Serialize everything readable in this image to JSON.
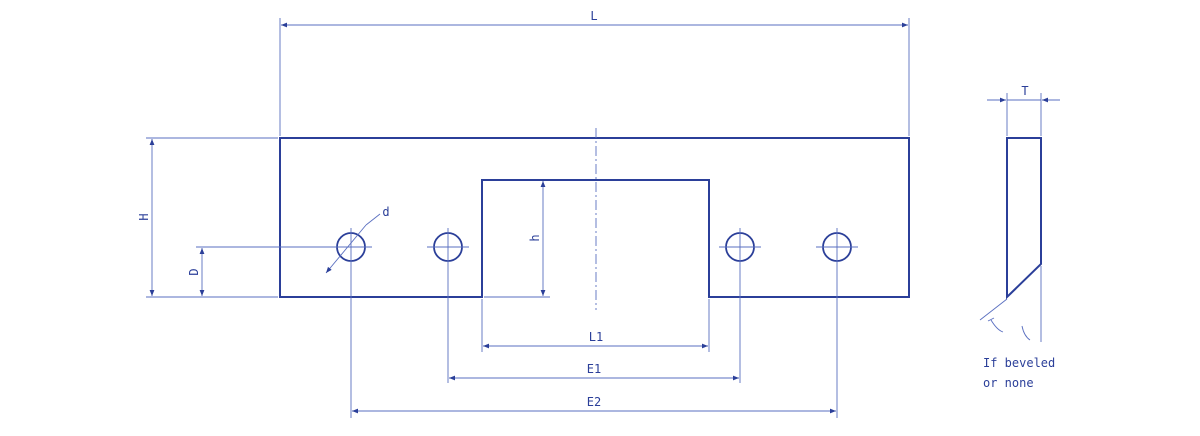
{
  "dimensions": {
    "length": "L",
    "height": "H",
    "hole_diameter": "d",
    "hole_height": "D",
    "slot_height": "h",
    "slot_length": "L1",
    "inner_hole_spacing": "E1",
    "outer_hole_spacing": "E2",
    "thickness": "T"
  },
  "note": {
    "line1": "If beveled",
    "line2": "or none"
  },
  "colors": {
    "outline": "#2b3f99",
    "dimension": "#5a6fc0"
  }
}
